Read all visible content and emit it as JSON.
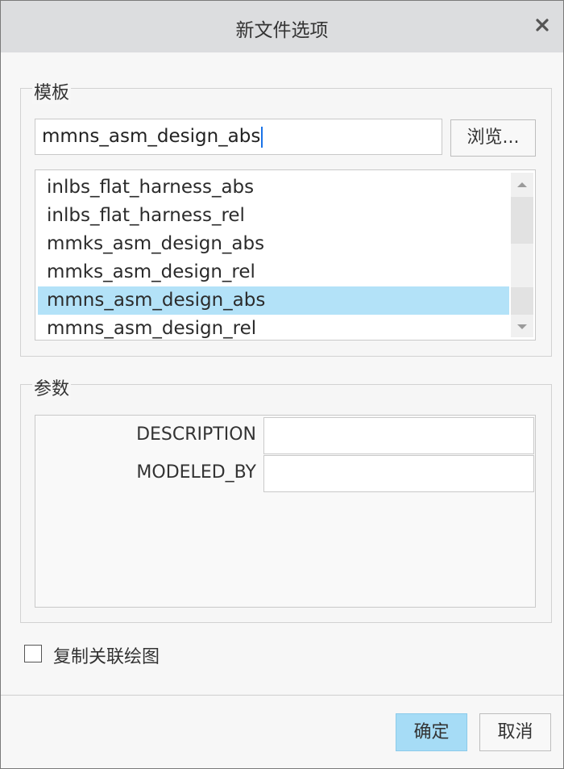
{
  "dialog": {
    "title": "新文件选项"
  },
  "template_group": {
    "label": "模板",
    "input_value": "mmns_asm_design_abs",
    "browse_label": "浏览...",
    "items": [
      "inlbs_flat_harness_abs",
      "inlbs_flat_harness_rel",
      "mmks_asm_design_abs",
      "mmks_asm_design_rel",
      "mmns_asm_design_abs",
      "mmns_asm_design_rel"
    ],
    "selected_item": "mmns_asm_design_abs"
  },
  "params_group": {
    "label": "参数",
    "rows": [
      {
        "name": "DESCRIPTION",
        "value": ""
      },
      {
        "name": "MODELED_BY",
        "value": ""
      }
    ]
  },
  "copy_drawing": {
    "label": "复制关联绘图",
    "checked": false
  },
  "buttons": {
    "ok": "确定",
    "cancel": "取消"
  },
  "colors": {
    "selection": "#b3e2f8",
    "primary_button": "#a6dcf6"
  }
}
